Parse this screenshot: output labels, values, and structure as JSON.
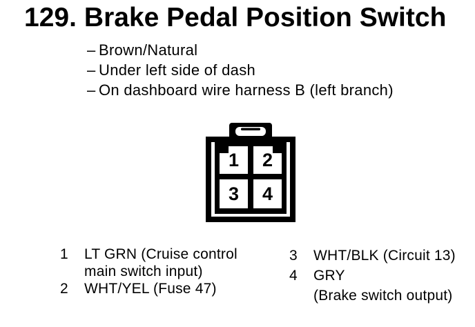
{
  "page": {
    "section_number": "129.",
    "title": "Brake Pedal Position Switch",
    "details": [
      {
        "marker": "–",
        "text": "Brown/Natural"
      },
      {
        "marker": "–",
        "text": "Under left side of dash"
      },
      {
        "marker": "–",
        "text": "On dashboard wire harness B (left branch)"
      }
    ]
  },
  "connector": {
    "pins": [
      "1",
      "2",
      "3",
      "4"
    ]
  },
  "legend": {
    "left": [
      {
        "pin": "1",
        "lines": [
          "LT GRN (Cruise control",
          "main switch input)"
        ]
      },
      {
        "pin": "2",
        "lines": [
          "WHT/YEL (Fuse 47)"
        ]
      }
    ],
    "right": [
      {
        "pin": "3",
        "lines": [
          "WHT/BLK (Circuit 13)"
        ]
      },
      {
        "pin": "4",
        "lines": [
          "GRY",
          "(Brake switch output)"
        ]
      }
    ]
  },
  "colors": {
    "ink": "#000000",
    "paper": "#ffffff"
  }
}
